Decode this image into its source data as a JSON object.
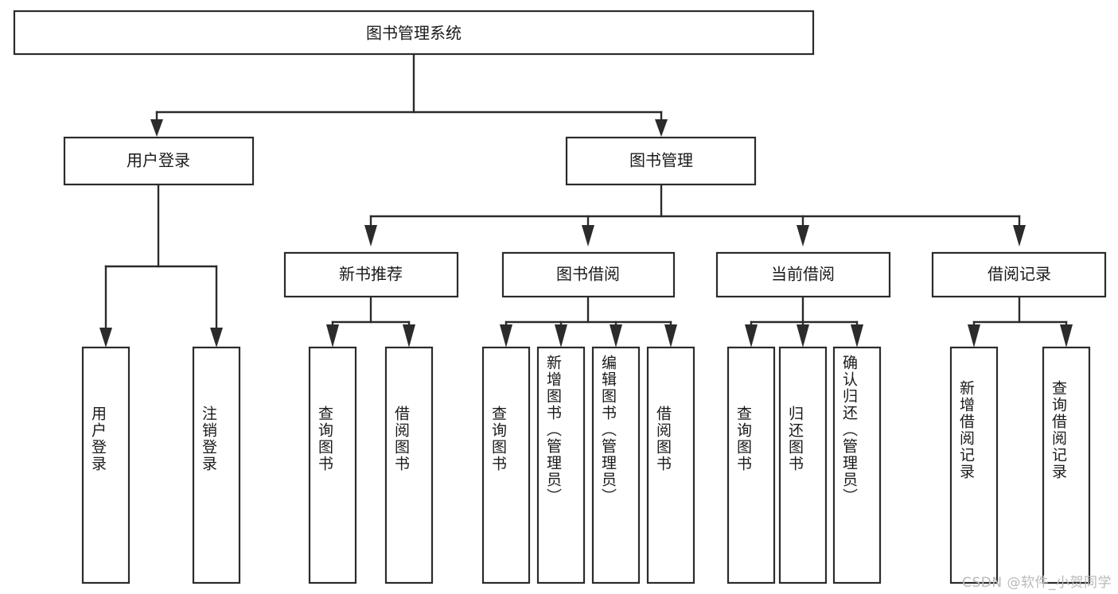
{
  "diagram": {
    "type": "tree",
    "title": "图书管理系统",
    "orientation": "top-down",
    "colors": {
      "background": "#ffffff",
      "box_fill": "#ffffff",
      "box_stroke": "#2b2b2b",
      "connector": "#2b2b2b",
      "text": "#1a1a1a",
      "watermark": "#b9b9b9"
    },
    "root": {
      "id": "root",
      "label": "图书管理系统"
    },
    "level1": [
      {
        "id": "user-login",
        "label": "用户登录"
      },
      {
        "id": "book-manage",
        "label": "图书管理"
      }
    ],
    "level2": [
      {
        "id": "new-book-recommend",
        "label": "新书推荐",
        "parent": "book-manage"
      },
      {
        "id": "book-borrow",
        "label": "图书借阅",
        "parent": "book-manage"
      },
      {
        "id": "current-borrow",
        "label": "当前借阅",
        "parent": "book-manage"
      },
      {
        "id": "borrow-record",
        "label": "借阅记录",
        "parent": "book-manage"
      }
    ],
    "leaves": [
      {
        "id": "leaf-user-login",
        "label": "用户登录",
        "parent": "user-login"
      },
      {
        "id": "leaf-logout-login",
        "label": "注销登录",
        "parent": "user-login"
      },
      {
        "id": "leaf-query-book-1",
        "label": "查询图书",
        "parent": "new-book-recommend"
      },
      {
        "id": "leaf-borrow-book-1",
        "label": "借阅图书",
        "parent": "new-book-recommend"
      },
      {
        "id": "leaf-query-book-2",
        "label": "查询图书",
        "parent": "book-borrow"
      },
      {
        "id": "leaf-add-book",
        "label": "新增图书（管理员）",
        "parent": "book-borrow"
      },
      {
        "id": "leaf-edit-book",
        "label": "编辑图书（管理员）",
        "parent": "book-borrow"
      },
      {
        "id": "leaf-borrow-book-2",
        "label": "借阅图书",
        "parent": "book-borrow"
      },
      {
        "id": "leaf-query-book-3",
        "label": "查询图书",
        "parent": "current-borrow"
      },
      {
        "id": "leaf-return-book",
        "label": "归还图书",
        "parent": "current-borrow"
      },
      {
        "id": "leaf-confirm-return",
        "label": "确认归还（管理员）",
        "parent": "current-borrow"
      },
      {
        "id": "leaf-add-record",
        "label": "新增借阅记录",
        "parent": "borrow-record"
      },
      {
        "id": "leaf-query-record",
        "label": "查询借阅记录",
        "parent": "borrow-record"
      }
    ],
    "watermark": "CSDN @软件_小贺同学"
  }
}
